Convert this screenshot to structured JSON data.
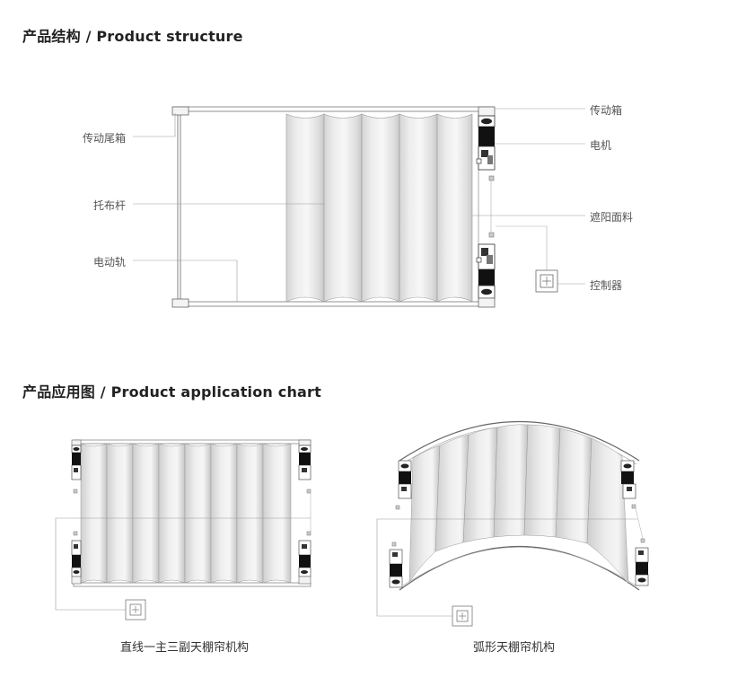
{
  "structure": {
    "title": "产品结构 / Product structure",
    "labels": {
      "tail_box": "传动尾箱",
      "cloth_rod": "托布杆",
      "electric_rail": "电动轨",
      "drive_box": "传动箱",
      "motor": "电机",
      "shading_fabric": "遮阳面料",
      "controller": "控制器"
    }
  },
  "application": {
    "title": "产品应用图 / Product application chart",
    "captions": {
      "straight": "直线一主三副天棚帘机构",
      "arc": "弧形天棚帘机构"
    }
  }
}
